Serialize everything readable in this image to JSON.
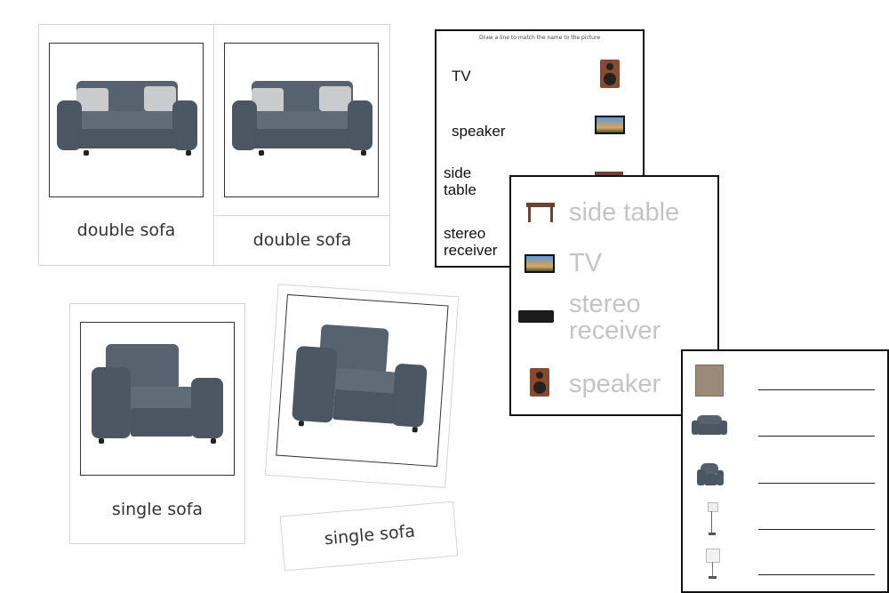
{
  "cards": {
    "double_sofa_picture_label": "double sofa",
    "double_sofa_label": "double sofa",
    "single_sofa_picture_label": "single sofa",
    "single_sofa_label": "single sofa"
  },
  "worksheet_match": {
    "instruction": "Draw a line to match the name to the picture",
    "words": [
      "TV",
      "speaker",
      "side table",
      "stereo receiver"
    ],
    "pictures": [
      "speaker-icon",
      "tv-icon",
      "side-table-icon"
    ]
  },
  "worksheet_trace": {
    "words": [
      "side table",
      "TV",
      "stereo receiver",
      "speaker"
    ],
    "pictures": [
      "side-table-icon",
      "tv-icon",
      "stereo-receiver-icon",
      "speaker-icon"
    ]
  },
  "worksheet_write": {
    "pictures": [
      "tv-unit-icon",
      "double-sofa-icon",
      "single-sofa-icon",
      "floor-lamp-icon",
      "table-lamp-icon"
    ]
  },
  "colors": {
    "sofa": "#56636f",
    "border": "#111111"
  }
}
